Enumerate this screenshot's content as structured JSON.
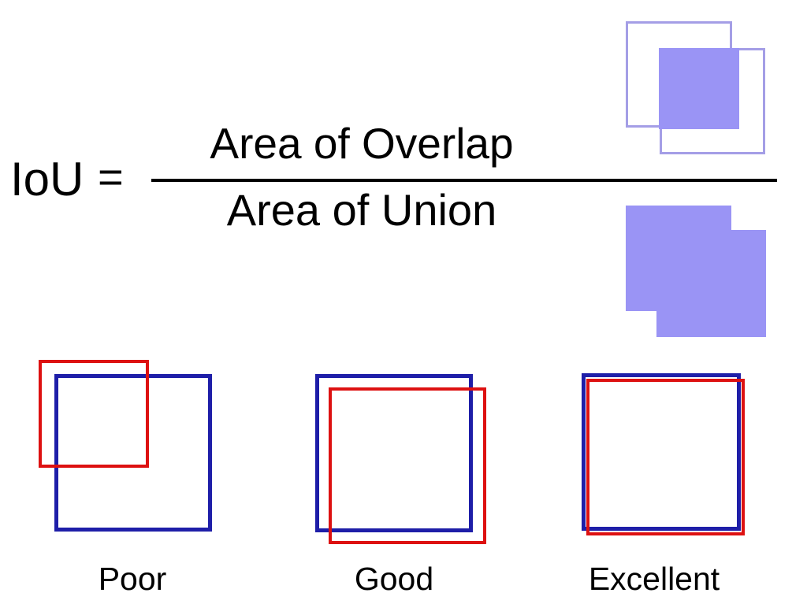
{
  "formula": {
    "lhs": "IoU",
    "equals_sign": "=",
    "numerator": "Area of Overlap",
    "denominator": "Area of Union"
  },
  "diagrams": {
    "overlap_icon": "two-overlapping-squares-intersection-filled",
    "union_icon": "two-overlapping-squares-union-filled"
  },
  "examples": [
    {
      "label": "Poor"
    },
    {
      "label": "Good"
    },
    {
      "label": "Excellent"
    }
  ],
  "colors": {
    "box_red": "#dd1111",
    "box_blue": "#1e1ea8",
    "purple_fill": "#9a94f5",
    "purple_outline": "#a49ee6",
    "fraction_bar": "#000000",
    "text": "#000000",
    "background": "#ffffff"
  }
}
